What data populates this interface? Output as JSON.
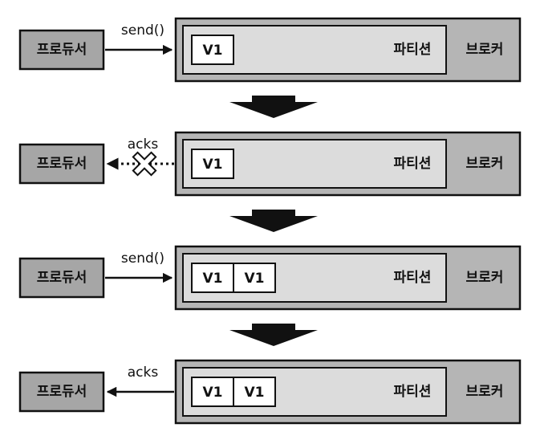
{
  "labels": {
    "producer": "프로듀서",
    "partition": "파티션",
    "broker": "브로커",
    "record": "V1",
    "send_call": "send()",
    "acks": "acks"
  },
  "steps": [
    {
      "call": "send()",
      "direction": "to-broker",
      "records": [
        "V1"
      ],
      "ack_failed": false
    },
    {
      "call": "acks",
      "direction": "to-producer",
      "records": [
        "V1"
      ],
      "ack_failed": true
    },
    {
      "call": "send()",
      "direction": "to-broker",
      "records": [
        "V1",
        "V1"
      ],
      "ack_failed": false
    },
    {
      "call": "acks",
      "direction": "to-producer",
      "records": [
        "V1",
        "V1"
      ],
      "ack_failed": false
    }
  ],
  "colors": {
    "producer_fill": "#a6a6a6",
    "broker_fill": "#b5b5b5",
    "partition_fill": "#dcdcdc",
    "record_fill": "#ffffff",
    "stroke": "#111111",
    "flow_arrow": "#111111"
  }
}
